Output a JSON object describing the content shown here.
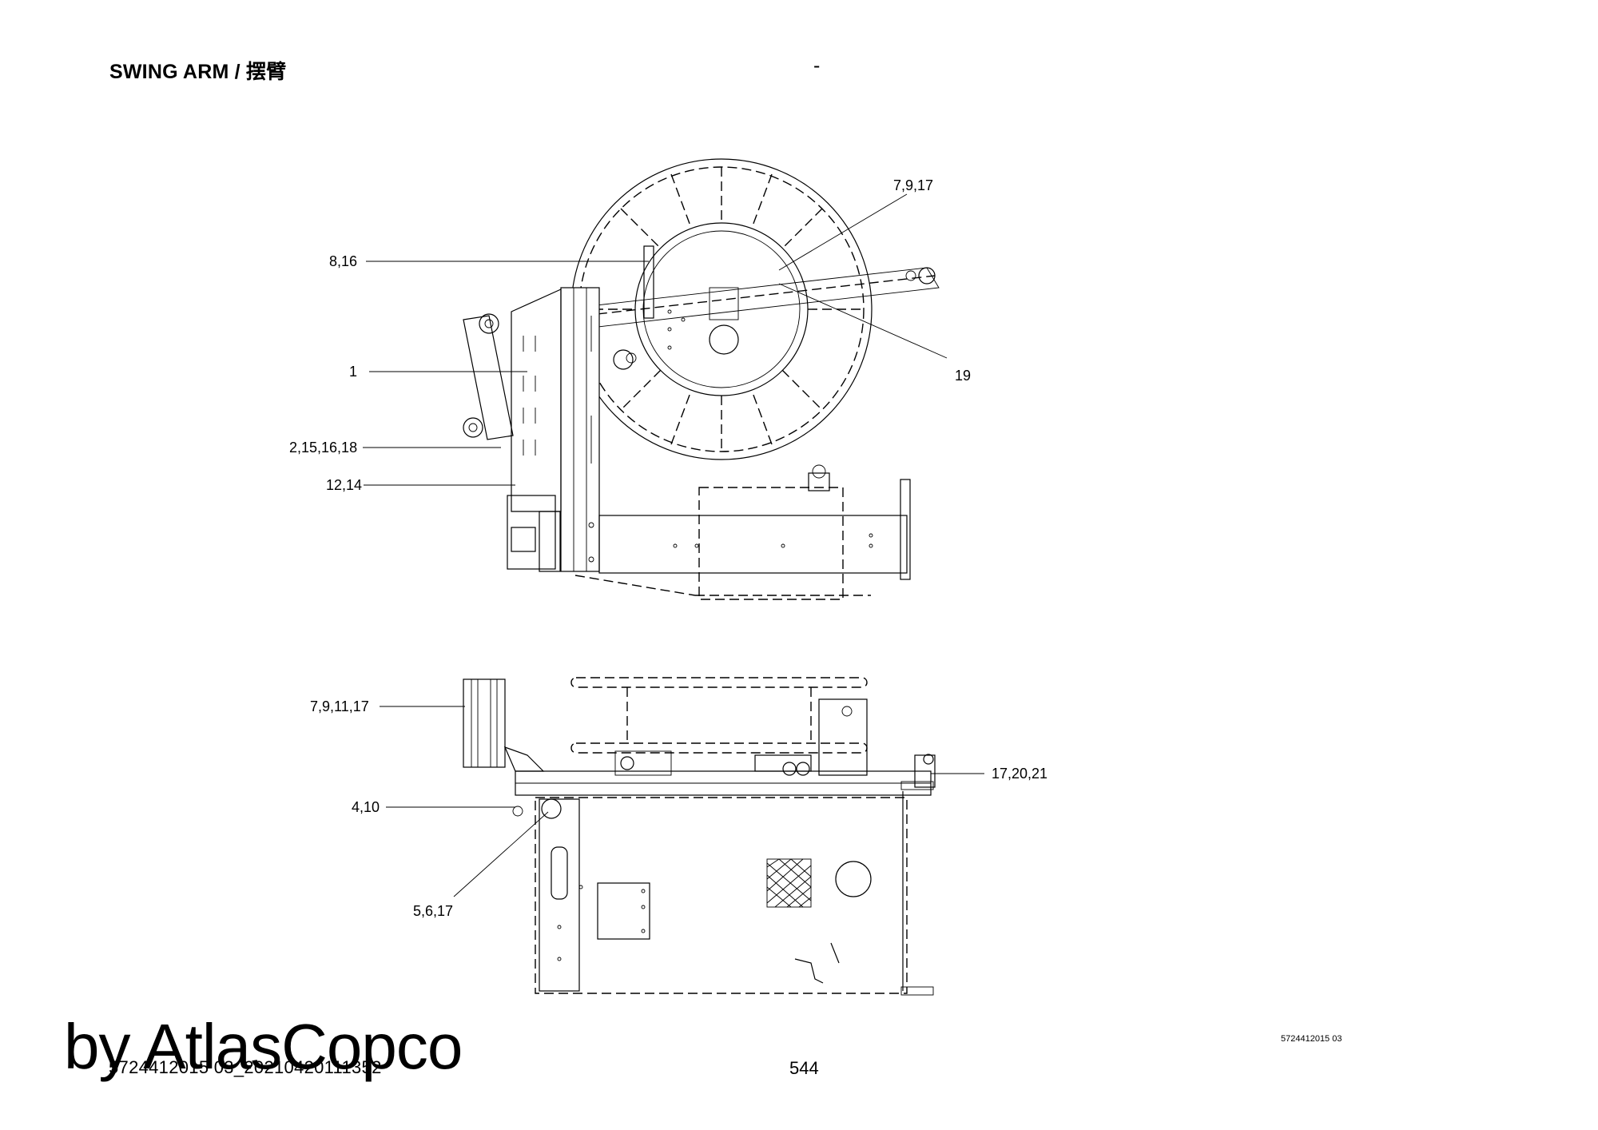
{
  "header": {
    "title": "SWING ARM / 摆臂",
    "center_mark": "-"
  },
  "footer": {
    "page_number": "544",
    "doc_reference": "5724412015 03",
    "file_code": "5724412015 03_20210420111352",
    "watermark": "by AtlasCopco"
  },
  "callouts": {
    "top_view": [
      {
        "label": "7,9,17"
      },
      {
        "label": "8,16"
      },
      {
        "label": "1"
      },
      {
        "label": "19"
      },
      {
        "label": "2,15,16,18"
      },
      {
        "label": "12,14"
      }
    ],
    "bottom_view": [
      {
        "label": "7,9,11,17"
      },
      {
        "label": "17,20,21"
      },
      {
        "label": "4,10"
      },
      {
        "label": "5,6,17"
      }
    ]
  }
}
